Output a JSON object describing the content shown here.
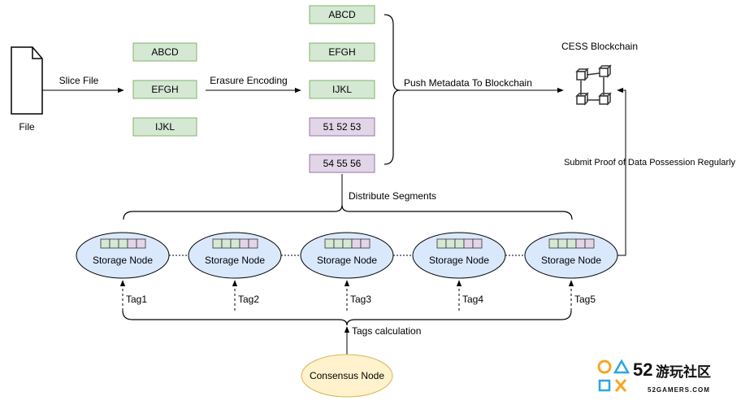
{
  "file": {
    "label": "File"
  },
  "arrows": {
    "slice": "Slice File",
    "erasure": "Erasure Encoding",
    "push": "Push Metadata To Blockchain",
    "distribute": "Distribute Segments",
    "submit": "Submit Proof of Data Possession Regularly",
    "tags": "Tags calculation"
  },
  "slices": [
    "ABCD",
    "EFGH",
    "IJKL"
  ],
  "segments": [
    {
      "label": "ABCD",
      "kind": "data"
    },
    {
      "label": "EFGH",
      "kind": "data"
    },
    {
      "label": "IJKL",
      "kind": "data"
    },
    {
      "label": "51 52 53",
      "kind": "parity"
    },
    {
      "label": "54 55 56",
      "kind": "parity"
    }
  ],
  "blockchain": {
    "label": "CESS Blockchain"
  },
  "storage_nodes": [
    {
      "label": "Storage Node",
      "tag": "Tag1"
    },
    {
      "label": "Storage Node",
      "tag": "Tag2"
    },
    {
      "label": "Storage Node",
      "tag": "Tag3"
    },
    {
      "label": "Storage Node",
      "tag": "Tag4"
    },
    {
      "label": "Storage Node",
      "tag": "Tag5"
    }
  ],
  "consensus": {
    "label": "Consensus Node"
  },
  "watermark": {
    "num": "52",
    "cn": "游玩社区",
    "url": "52GAMERS.COM"
  },
  "colors": {
    "data_fill": "#d5e8d4",
    "data_stroke": "#82b366",
    "parity_fill": "#e1d5e7",
    "parity_stroke": "#9673a6",
    "node_fill": "#dae8fc",
    "node_stroke": "#000000",
    "consensus_fill": "#fff2cc",
    "consensus_stroke": "#d6b656"
  }
}
